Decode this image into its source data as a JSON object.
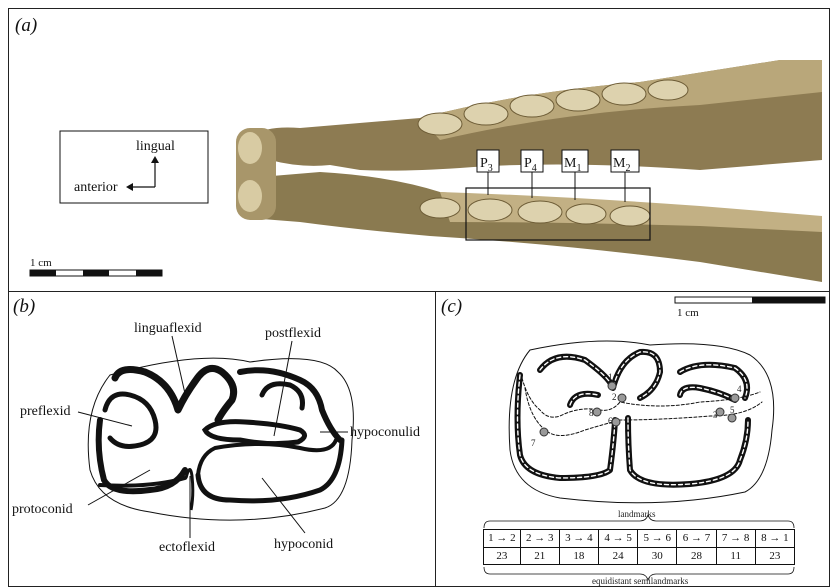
{
  "panel_a": {
    "label": "(a)",
    "orientation": {
      "lingual": "lingual",
      "anterior": "anterior"
    },
    "scale_label": "1 cm",
    "teeth": [
      {
        "base": "P",
        "sub": "3"
      },
      {
        "base": "P",
        "sub": "4"
      },
      {
        "base": "M",
        "sub": "1"
      },
      {
        "base": "M",
        "sub": "2"
      }
    ]
  },
  "panel_b": {
    "label": "(b)",
    "structures": {
      "linguaflexid": "linguaflexid",
      "postflexid": "postflexid",
      "preflexid": "preflexid",
      "hypoconulid": "hypoconulid",
      "protoconid": "protoconid",
      "ectoflexid": "ectoflexid",
      "hypoconid": "hypoconid"
    }
  },
  "panel_c": {
    "label": "(c)",
    "scale_label": "1 cm",
    "landmark_numbers": [
      "1",
      "2",
      "3",
      "4",
      "5",
      "6",
      "7",
      "8"
    ],
    "table": {
      "top_caption": "landmarks",
      "bottom_caption": "equidistant semilandmarks",
      "headers": [
        "1 → 2",
        "2 → 3",
        "3 → 4",
        "4 → 5",
        "5 → 6",
        "6 → 7",
        "7 → 8",
        "8 → 1"
      ],
      "values": [
        "23",
        "21",
        "18",
        "24",
        "30",
        "28",
        "11",
        "23"
      ]
    }
  }
}
